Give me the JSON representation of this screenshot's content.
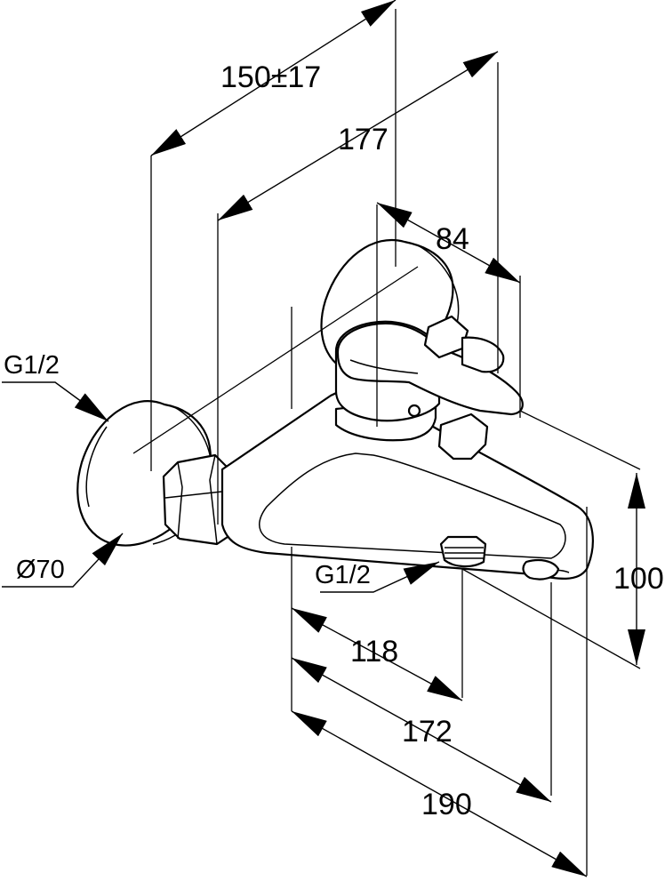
{
  "dimensions": {
    "overall_projection": "150±17",
    "centre_to_lever": "177",
    "lever_width": "84",
    "height": "100",
    "outlet_position": "118",
    "spout_nozzle": "172",
    "overall_length": "190"
  },
  "labels": {
    "wall_connection_thread": "G1/2",
    "rosette_diameter": "Ø70",
    "outlet_thread": "G1/2"
  }
}
